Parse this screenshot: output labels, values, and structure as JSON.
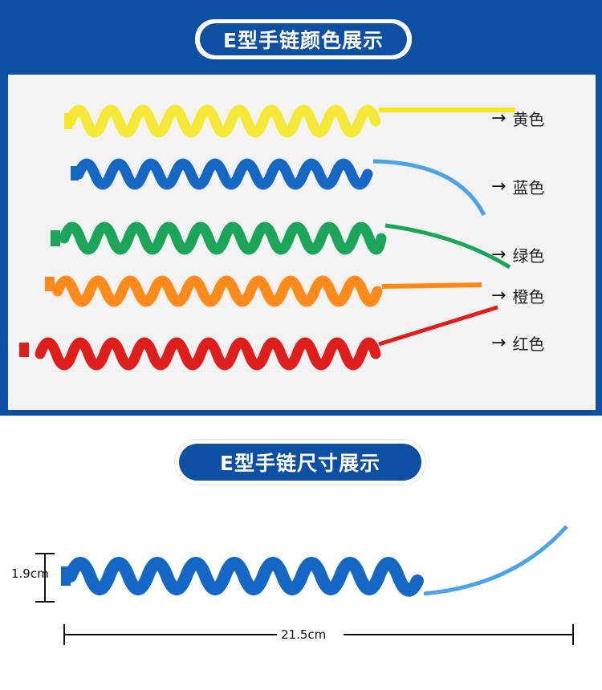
{
  "colors": {
    "brand": "#0d4fa3",
    "yellow": "#f5e822",
    "blue": "#1467c4",
    "green": "#1aa55a",
    "orange": "#ff8a1a",
    "red": "#e01d1d"
  },
  "section1": {
    "title": "E型手链颜色展示",
    "labels": [
      "黄色",
      "蓝色",
      "绿色",
      "橙色",
      "红色"
    ],
    "arrow_glyph": "→"
  },
  "section2": {
    "title": "E型手链尺寸展示",
    "height_label": "1.9cm",
    "length_label": "21.5cm"
  }
}
